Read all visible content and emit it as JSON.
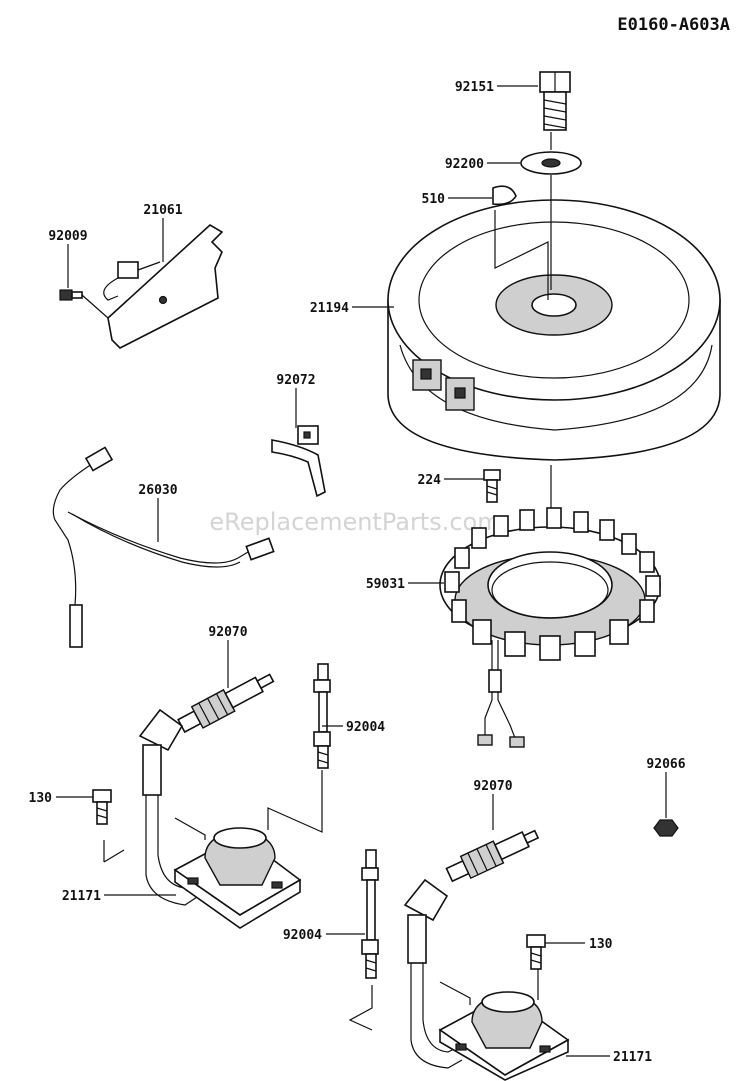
{
  "diagram": {
    "reference_code": "E0160-A603A",
    "watermark": "eReplacementParts.com",
    "callouts": [
      {
        "id": "bolt-top",
        "label": "92151"
      },
      {
        "id": "washer",
        "label": "92200"
      },
      {
        "id": "key",
        "label": "510"
      },
      {
        "id": "flywheel",
        "label": "21194"
      },
      {
        "id": "bracket-screw",
        "label": "92009"
      },
      {
        "id": "bracket",
        "label": "21061"
      },
      {
        "id": "clamp",
        "label": "92072"
      },
      {
        "id": "harness",
        "label": "26030"
      },
      {
        "id": "stator-bolt",
        "label": "224"
      },
      {
        "id": "stator",
        "label": "59031"
      },
      {
        "id": "spark-plug-left",
        "label": "92070"
      },
      {
        "id": "stud-left",
        "label": "92004"
      },
      {
        "id": "nut",
        "label": "92066"
      },
      {
        "id": "coil-bolt-left",
        "label": "130"
      },
      {
        "id": "spark-plug-right",
        "label": "92070"
      },
      {
        "id": "coil-left",
        "label": "21171"
      },
      {
        "id": "stud-right",
        "label": "92004"
      },
      {
        "id": "coil-bolt-right",
        "label": "130"
      },
      {
        "id": "coil-right",
        "label": "21171"
      }
    ]
  }
}
